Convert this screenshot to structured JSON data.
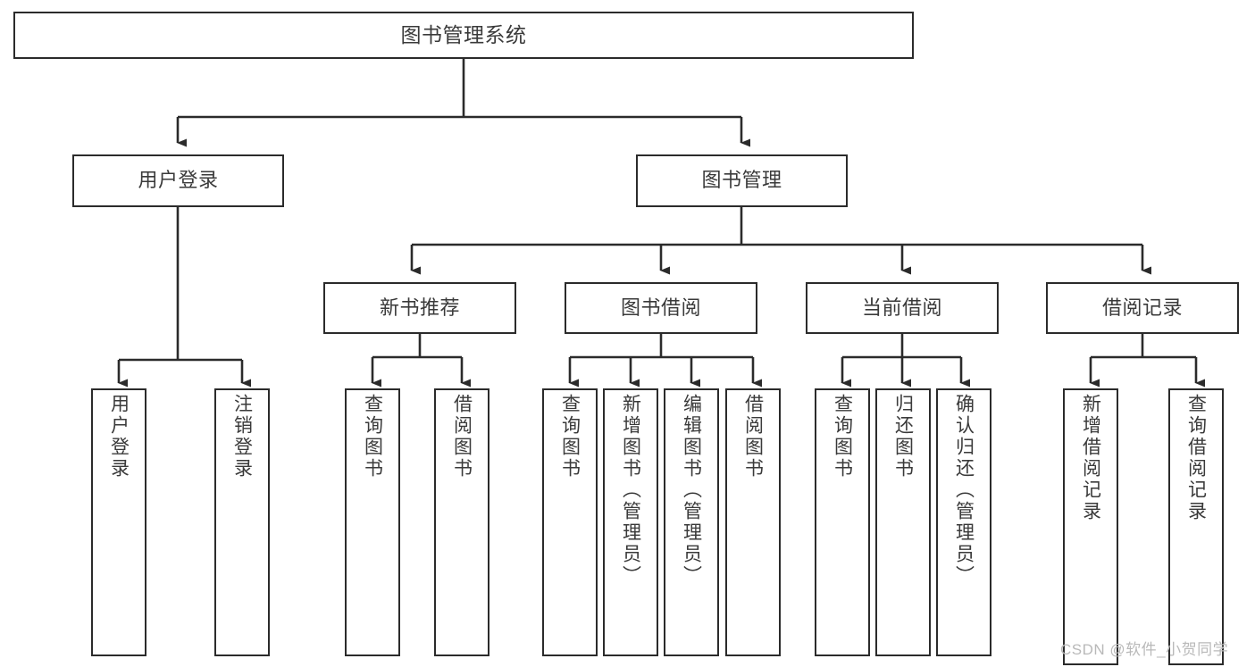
{
  "diagram": {
    "title": "图书管理系统",
    "type": "tree-hierarchy-chart",
    "root": {
      "label": "图书管理系统"
    },
    "level1": [
      {
        "label": "用户登录"
      },
      {
        "label": "图书管理"
      }
    ],
    "level2": [
      {
        "label": "新书推荐"
      },
      {
        "label": "图书借阅"
      },
      {
        "label": "当前借阅"
      },
      {
        "label": "借阅记录"
      }
    ],
    "leaves": {
      "user_login": [
        {
          "label": "用户登录"
        },
        {
          "label": "注销登录"
        }
      ],
      "new_book_recommend": [
        {
          "label": "查询图书"
        },
        {
          "label": "借阅图书"
        }
      ],
      "book_borrow": [
        {
          "label": "查询图书"
        },
        {
          "label": "新增图书（管理员）"
        },
        {
          "label": "编辑图书（管理员）"
        },
        {
          "label": "借阅图书"
        }
      ],
      "current_borrow": [
        {
          "label": "查询图书"
        },
        {
          "label": "归还图书"
        },
        {
          "label": "确认归还（管理员）"
        }
      ],
      "borrow_record": [
        {
          "label": "新增借阅记录"
        },
        {
          "label": "查询借阅记录"
        }
      ]
    }
  },
  "watermark": {
    "text": "CSDN @软件_小贺同学"
  },
  "colors": {
    "border": "#2b2b2b",
    "text": "#3a3a3a",
    "background": "#ffffff",
    "watermark": "#b9b9b9"
  }
}
